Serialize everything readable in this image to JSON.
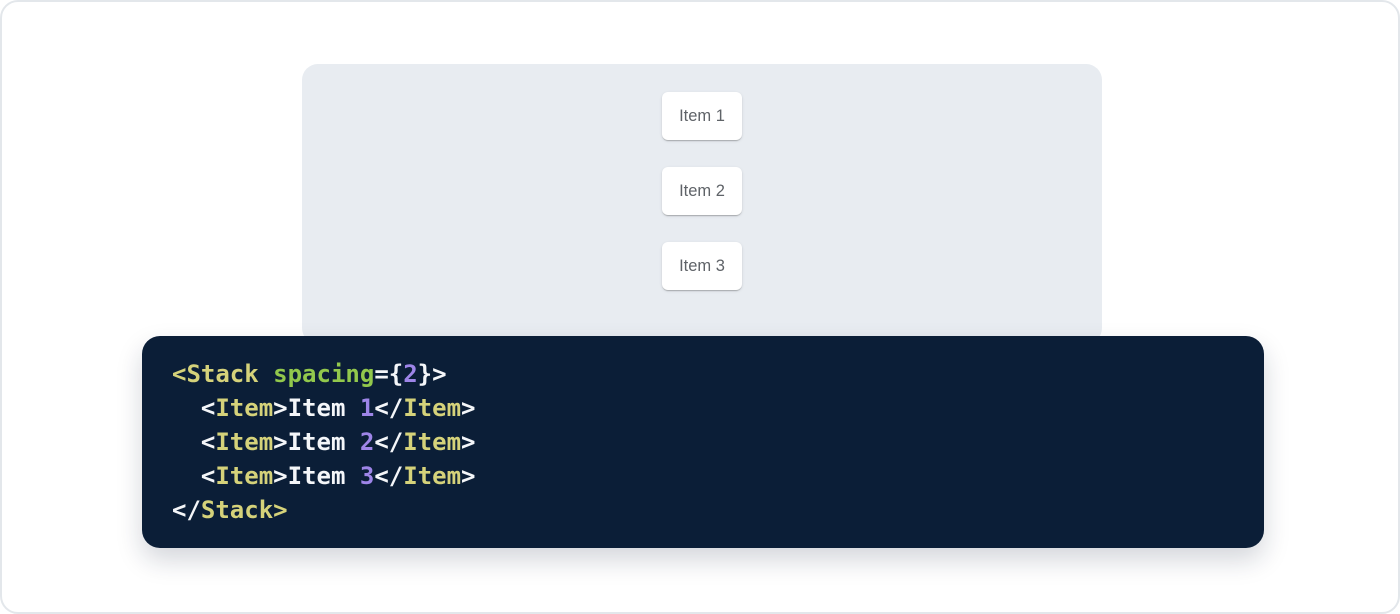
{
  "colors": {
    "page_bg": "#ffffff",
    "page_border": "#e3e7eb",
    "demo_panel_bg": "#e8ecf1",
    "card_bg": "#ffffff",
    "card_text": "#5f6368",
    "code_bg": "#0b1e37",
    "code_tag": "#d5d27a",
    "code_attr": "#92c84c",
    "code_number": "#9e85e8",
    "code_plain": "#f4f6f9"
  },
  "demo": {
    "items": [
      "Item 1",
      "Item 2",
      "Item 3"
    ]
  },
  "code": {
    "text": "<Stack spacing={2}>\n  <Item>Item 1</Item>\n  <Item>Item 2</Item>\n  <Item>Item 3</Item>\n</Stack>",
    "lines": [
      {
        "tokens": [
          {
            "t": "<Stack",
            "c": "tag"
          },
          {
            "t": " ",
            "c": "plain"
          },
          {
            "t": "spacing",
            "c": "attr"
          },
          {
            "t": "={",
            "c": "plain"
          },
          {
            "t": "2",
            "c": "num"
          },
          {
            "t": "}>",
            "c": "plain"
          }
        ]
      },
      {
        "tokens": [
          {
            "t": "  <",
            "c": "plain"
          },
          {
            "t": "Item",
            "c": "tag"
          },
          {
            "t": ">",
            "c": "plain"
          },
          {
            "t": "Item ",
            "c": "plain"
          },
          {
            "t": "1",
            "c": "num"
          },
          {
            "t": "</",
            "c": "plain"
          },
          {
            "t": "Item",
            "c": "tag"
          },
          {
            "t": ">",
            "c": "plain"
          }
        ]
      },
      {
        "tokens": [
          {
            "t": "  <",
            "c": "plain"
          },
          {
            "t": "Item",
            "c": "tag"
          },
          {
            "t": ">",
            "c": "plain"
          },
          {
            "t": "Item ",
            "c": "plain"
          },
          {
            "t": "2",
            "c": "num"
          },
          {
            "t": "</",
            "c": "plain"
          },
          {
            "t": "Item",
            "c": "tag"
          },
          {
            "t": ">",
            "c": "plain"
          }
        ]
      },
      {
        "tokens": [
          {
            "t": "  <",
            "c": "plain"
          },
          {
            "t": "Item",
            "c": "tag"
          },
          {
            "t": ">",
            "c": "plain"
          },
          {
            "t": "Item ",
            "c": "plain"
          },
          {
            "t": "3",
            "c": "num"
          },
          {
            "t": "</",
            "c": "plain"
          },
          {
            "t": "Item",
            "c": "tag"
          },
          {
            "t": ">",
            "c": "plain"
          }
        ]
      },
      {
        "tokens": [
          {
            "t": "</",
            "c": "plain"
          },
          {
            "t": "Stack",
            "c": "tag"
          },
          {
            "t": ">",
            "c": "tag"
          }
        ]
      }
    ]
  }
}
